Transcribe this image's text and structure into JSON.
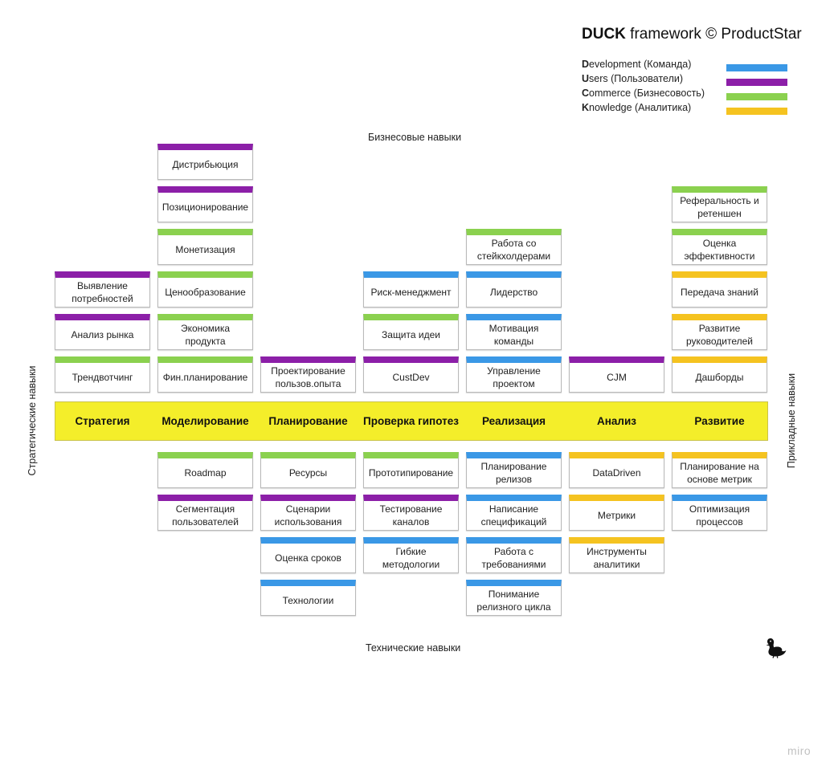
{
  "header": {
    "title_bold": "DUCK",
    "title_rest": " framework © ProductStar"
  },
  "colors": {
    "D": "#3a98e6",
    "U": "#8c1fa8",
    "C": "#8bd14f",
    "K": "#f5c320",
    "stage_band": "#f4ee2a"
  },
  "legend": [
    {
      "letter": "D",
      "rest": "evelopment (Команда)",
      "color": "D"
    },
    {
      "letter": "U",
      "rest": "sers (Пользователи)",
      "color": "U"
    },
    {
      "letter": "C",
      "rest": "ommerce (Бизнесовость)",
      "color": "C"
    },
    {
      "letter": "K",
      "rest": "nowledge (Аналитика)",
      "color": "K"
    }
  ],
  "axes": {
    "top": "Бизнесовые навыки",
    "bottom": "Технические навыки",
    "left": "Стратегические навыки",
    "right": "Прикладные навыки"
  },
  "columns": [
    {
      "stage": "Стратегия",
      "above": [
        {
          "label": "Трендвотчинг",
          "color": "C"
        },
        {
          "label": "Анализ рынка",
          "color": "U"
        },
        {
          "label": "Выявление потребностей",
          "color": "U"
        }
      ],
      "below": []
    },
    {
      "stage": "Моделирование",
      "above": [
        {
          "label": "Фин.планирование",
          "color": "C"
        },
        {
          "label": "Экономика продукта",
          "color": "C"
        },
        {
          "label": "Ценообразование",
          "color": "C"
        },
        {
          "label": "Монетизация",
          "color": "C"
        },
        {
          "label": "Позиционирование",
          "color": "U"
        },
        {
          "label": "Дистрибьюция",
          "color": "U"
        }
      ],
      "below": [
        {
          "label": "Roadmap",
          "color": "C"
        },
        {
          "label": "Сегментация пользователей",
          "color": "U"
        }
      ]
    },
    {
      "stage": "Планирование",
      "above": [
        {
          "label": "Проектирование пользов.опыта",
          "color": "U"
        }
      ],
      "below": [
        {
          "label": "Ресурсы",
          "color": "C"
        },
        {
          "label": "Сценарии использования",
          "color": "U"
        },
        {
          "label": "Оценка сроков",
          "color": "D"
        },
        {
          "label": "Технологии",
          "color": "D"
        }
      ]
    },
    {
      "stage": "Проверка гипотез",
      "above": [
        {
          "label": "CustDev",
          "color": "U"
        },
        {
          "label": "Защита идеи",
          "color": "C"
        },
        {
          "label": "Риск-менеджмент",
          "color": "D"
        }
      ],
      "below": [
        {
          "label": "Прототипирование",
          "color": "C"
        },
        {
          "label": "Тестирование каналов",
          "color": "U"
        },
        {
          "label": "Гибкие методологии",
          "color": "D"
        }
      ]
    },
    {
      "stage": "Реализация",
      "above": [
        {
          "label": "Управление проектом",
          "color": "D"
        },
        {
          "label": "Мотивация команды",
          "color": "D"
        },
        {
          "label": "Лидерство",
          "color": "D"
        },
        {
          "label": "Работа со стейкхолдерами",
          "color": "C"
        }
      ],
      "below": [
        {
          "label": "Планирование релизов",
          "color": "D"
        },
        {
          "label": "Написание спецификаций",
          "color": "D"
        },
        {
          "label": "Работа с требованиями",
          "color": "D"
        },
        {
          "label": "Понимание релизного цикла",
          "color": "D"
        }
      ]
    },
    {
      "stage": "Анализ",
      "above": [
        {
          "label": "CJM",
          "color": "U"
        }
      ],
      "below": [
        {
          "label": "DataDriven",
          "color": "K"
        },
        {
          "label": "Метрики",
          "color": "K"
        },
        {
          "label": "Инструменты аналитики",
          "color": "K"
        }
      ]
    },
    {
      "stage": "Развитие",
      "above": [
        {
          "label": "Дашборды",
          "color": "K"
        },
        {
          "label": "Развитие руководителей",
          "color": "K"
        },
        {
          "label": "Передача знаний",
          "color": "K"
        },
        {
          "label": "Оценка эффективности",
          "color": "C"
        },
        {
          "label": "Реферальность и ретеншен",
          "color": "C"
        }
      ],
      "below": [
        {
          "label": "Планирование на основе метрик",
          "color": "K"
        },
        {
          "label": "Оптимизация процессов",
          "color": "D"
        }
      ]
    }
  ],
  "watermark": "miro"
}
